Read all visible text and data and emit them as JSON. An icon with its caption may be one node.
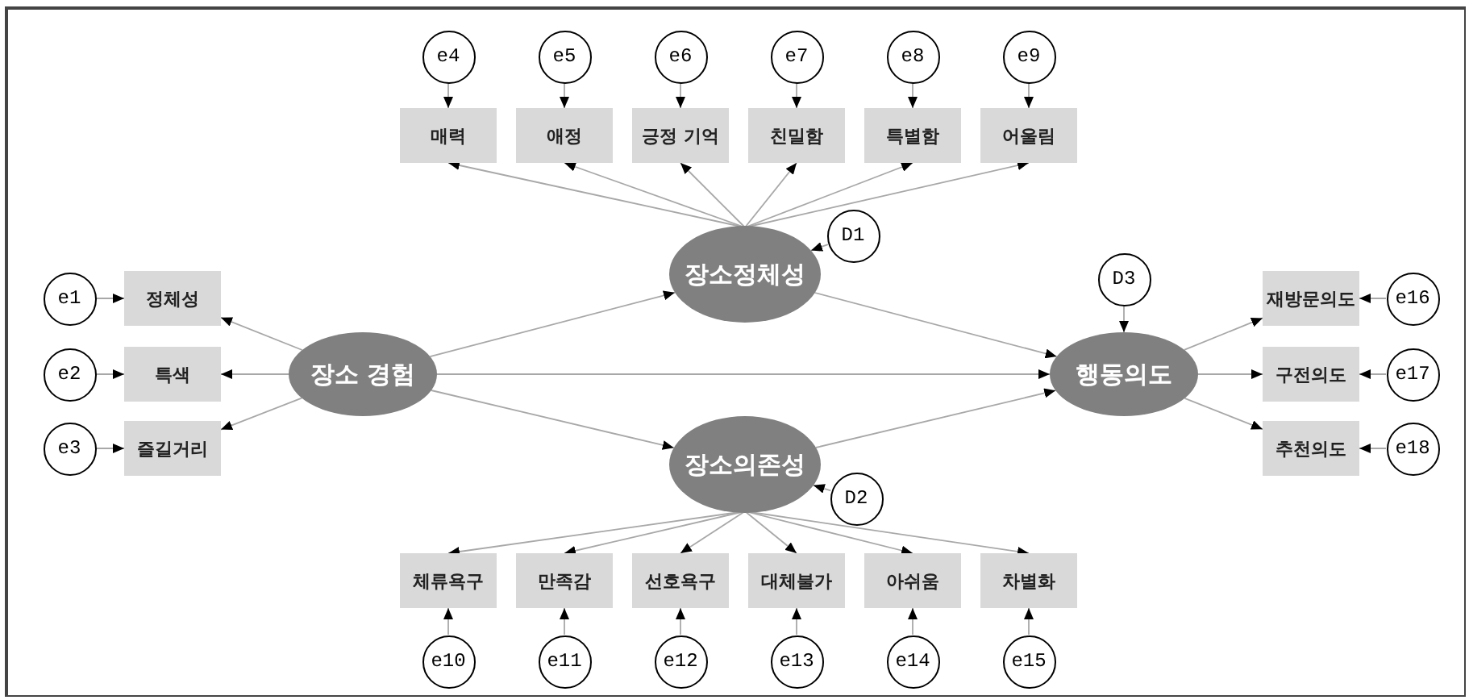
{
  "diagram": {
    "nodes": [
      {
        "text": [
          "e4"
        ]
      },
      {
        "text": [
          "e5"
        ]
      },
      {
        "text": [
          "e6"
        ]
      },
      {
        "text": [
          "e7"
        ]
      },
      {
        "text": [
          "e8"
        ]
      },
      {
        "text": [
          "e9"
        ]
      },
      {
        "text": [
          "매력"
        ]
      },
      {
        "text": [
          "애정"
        ]
      },
      {
        "text": [
          "긍정 기억"
        ]
      },
      {
        "text": [
          "친밀함"
        ]
      },
      {
        "text": [
          "특별함"
        ]
      },
      {
        "text": [
          "어울림"
        ]
      },
      {
        "text": [
          "D1"
        ]
      },
      {
        "text": [
          "장소정체성"
        ]
      },
      {
        "text": [
          "D3"
        ]
      },
      {
        "text": [
          "e1"
        ]
      },
      {
        "text": [
          "정체성"
        ]
      },
      {
        "text": [
          "재방문의도"
        ]
      },
      {
        "text": [
          "e16"
        ]
      },
      {
        "text": [
          "e2"
        ]
      },
      {
        "text": [
          "특색"
        ]
      },
      {
        "text": [
          "장소 경험"
        ]
      },
      {
        "text": [
          "행동의도"
        ]
      },
      {
        "text": [
          "구전의도"
        ]
      },
      {
        "text": [
          "e17"
        ]
      },
      {
        "text": [
          "e3"
        ]
      },
      {
        "text": [
          "즐길거리"
        ]
      },
      {
        "text": [
          "추천의도"
        ]
      },
      {
        "text": [
          "e18"
        ]
      },
      {
        "text": [
          "장소의존성"
        ]
      },
      {
        "text": [
          "D2"
        ]
      },
      {
        "text": [
          "체류욕구"
        ]
      },
      {
        "text": [
          "만족감"
        ]
      },
      {
        "text": [
          "선호욕구"
        ]
      },
      {
        "text": [
          "대체불가"
        ]
      },
      {
        "text": [
          "아쉬움"
        ]
      },
      {
        "text": [
          "차별화"
        ]
      },
      {
        "text": [
          "e10"
        ]
      },
      {
        "text": [
          "e11"
        ]
      },
      {
        "text": [
          "e12"
        ]
      },
      {
        "text": [
          "e13"
        ]
      },
      {
        "text": [
          "e14"
        ]
      },
      {
        "text": [
          "e15"
        ]
      }
    ],
    "edges": [
      {
        "from": 0,
        "to": 6,
        "arrow": "to"
      },
      {
        "from": 1,
        "to": 7,
        "arrow": "to"
      },
      {
        "from": 2,
        "to": 8,
        "arrow": "to"
      },
      {
        "from": 3,
        "to": 9,
        "arrow": "to"
      },
      {
        "from": 4,
        "to": 10,
        "arrow": "to"
      },
      {
        "from": 5,
        "to": 11,
        "arrow": "to"
      },
      {
        "from": 13,
        "to": 6,
        "arrow": "to"
      },
      {
        "from": 13,
        "to": 7,
        "arrow": "to"
      },
      {
        "from": 13,
        "to": 8,
        "arrow": "to"
      },
      {
        "from": 13,
        "to": 9,
        "arrow": "to"
      },
      {
        "from": 13,
        "to": 10,
        "arrow": "to"
      },
      {
        "from": 13,
        "to": 11,
        "arrow": "to"
      },
      {
        "from": 12,
        "to": 13,
        "arrow": "to"
      },
      {
        "from": 21,
        "to": 13,
        "arrow": "to"
      },
      {
        "from": 21,
        "to": 29,
        "arrow": "to"
      },
      {
        "from": 21,
        "to": 22,
        "arrow": "to"
      },
      {
        "from": 13,
        "to": 22,
        "arrow": "to"
      },
      {
        "from": 29,
        "to": 22,
        "arrow": "to"
      },
      {
        "from": 21,
        "to": 16,
        "arrow": "to"
      },
      {
        "from": 21,
        "to": 20,
        "arrow": "to"
      },
      {
        "from": 21,
        "to": 26,
        "arrow": "to"
      },
      {
        "from": 15,
        "to": 16,
        "arrow": "to"
      },
      {
        "from": 19,
        "to": 20,
        "arrow": "to"
      },
      {
        "from": 25,
        "to": 26,
        "arrow": "to"
      },
      {
        "from": 14,
        "to": 22,
        "arrow": "to"
      },
      {
        "from": 22,
        "to": 17,
        "arrow": "to"
      },
      {
        "from": 22,
        "to": 23,
        "arrow": "to"
      },
      {
        "from": 22,
        "to": 27,
        "arrow": "to"
      },
      {
        "from": 18,
        "to": 17,
        "arrow": "to"
      },
      {
        "from": 24,
        "to": 23,
        "arrow": "to"
      },
      {
        "from": 28,
        "to": 27,
        "arrow": "to"
      },
      {
        "from": 30,
        "to": 29,
        "arrow": "to"
      },
      {
        "from": 29,
        "to": 31,
        "arrow": "to"
      },
      {
        "from": 29,
        "to": 32,
        "arrow": "to"
      },
      {
        "from": 29,
        "to": 33,
        "arrow": "to"
      },
      {
        "from": 29,
        "to": 34,
        "arrow": "to"
      },
      {
        "from": 29,
        "to": 35,
        "arrow": "to"
      },
      {
        "from": 29,
        "to": 36,
        "arrow": "to"
      },
      {
        "from": 37,
        "to": 31,
        "arrow": "to"
      },
      {
        "from": 38,
        "to": 32,
        "arrow": "to"
      },
      {
        "from": 39,
        "to": 33,
        "arrow": "to"
      },
      {
        "from": 40,
        "to": 34,
        "arrow": "to"
      },
      {
        "from": 41,
        "to": 35,
        "arrow": "to"
      },
      {
        "from": 42,
        "to": 36,
        "arrow": "to"
      }
    ]
  }
}
